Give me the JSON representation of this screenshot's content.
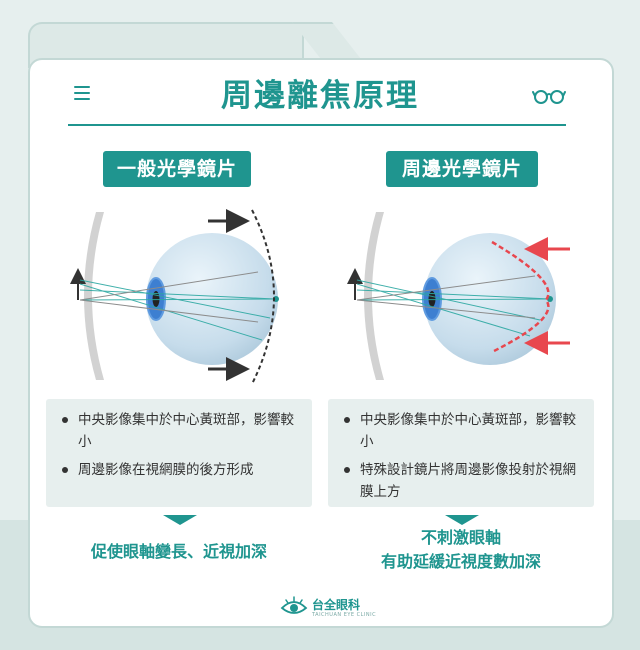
{
  "title": "周邊離焦原理",
  "left": {
    "label": "一般光學鏡片",
    "points": [
      "中央影像集中於中心黃斑部，影響較小",
      "周邊影像在視網膜的後方形成"
    ],
    "result": "促使眼軸變長、近視加深"
  },
  "right": {
    "label": "周邊光學鏡片",
    "points": [
      "中央影像集中於中心黃斑部，影響較小",
      "特殊設計鏡片將周邊影像投射於視網膜上方"
    ],
    "result": [
      "不刺激眼軸",
      "有助延緩近視度數加深"
    ]
  },
  "logo": {
    "name": "台全眼科",
    "sub": "TAICHUAN EYE CLINIC"
  },
  "colors": {
    "accent": "#1f958f",
    "red": "#e8474e",
    "dark": "#333333"
  },
  "icons": {
    "menu": "menu-icon",
    "glasses": "glasses-icon",
    "logo": "eye-logo-icon"
  }
}
